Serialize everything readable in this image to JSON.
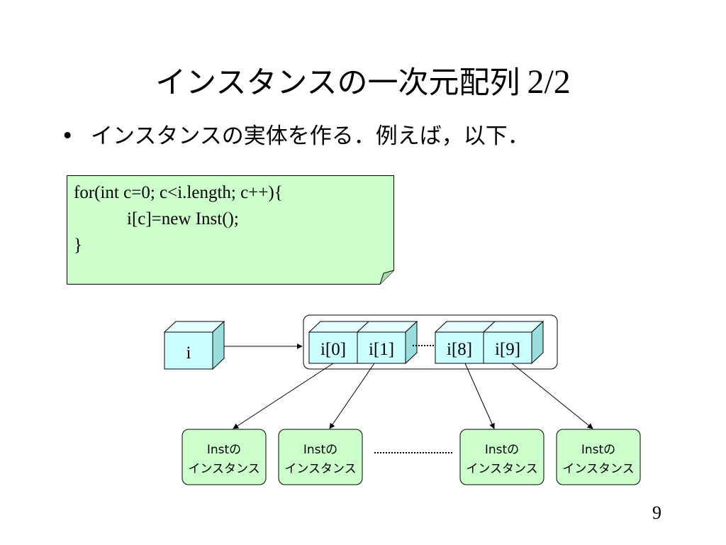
{
  "slide": {
    "title": "インスタンスの一次元配列",
    "title_part": "2/2",
    "bullet": "インスタンスの実体を作る．例えば，以下．",
    "page_number": "9"
  },
  "code": {
    "lines": [
      "for(int c=0; c<i.length; c++){",
      "            i[c]=new Inst();",
      "}"
    ]
  },
  "diagram": {
    "variable_label": "i",
    "array_cells": [
      "i[0]",
      "i[1]",
      "i[8]",
      "i[9]"
    ],
    "instance_label_line1": "Instの",
    "instance_label_line2": "インスタンス",
    "instance_count_shown": 4
  },
  "colors": {
    "code_note_fill": "#ccffcc",
    "cube_fill": "#ccffff",
    "instance_fill": "#ccffcc",
    "stroke": "#000000"
  }
}
